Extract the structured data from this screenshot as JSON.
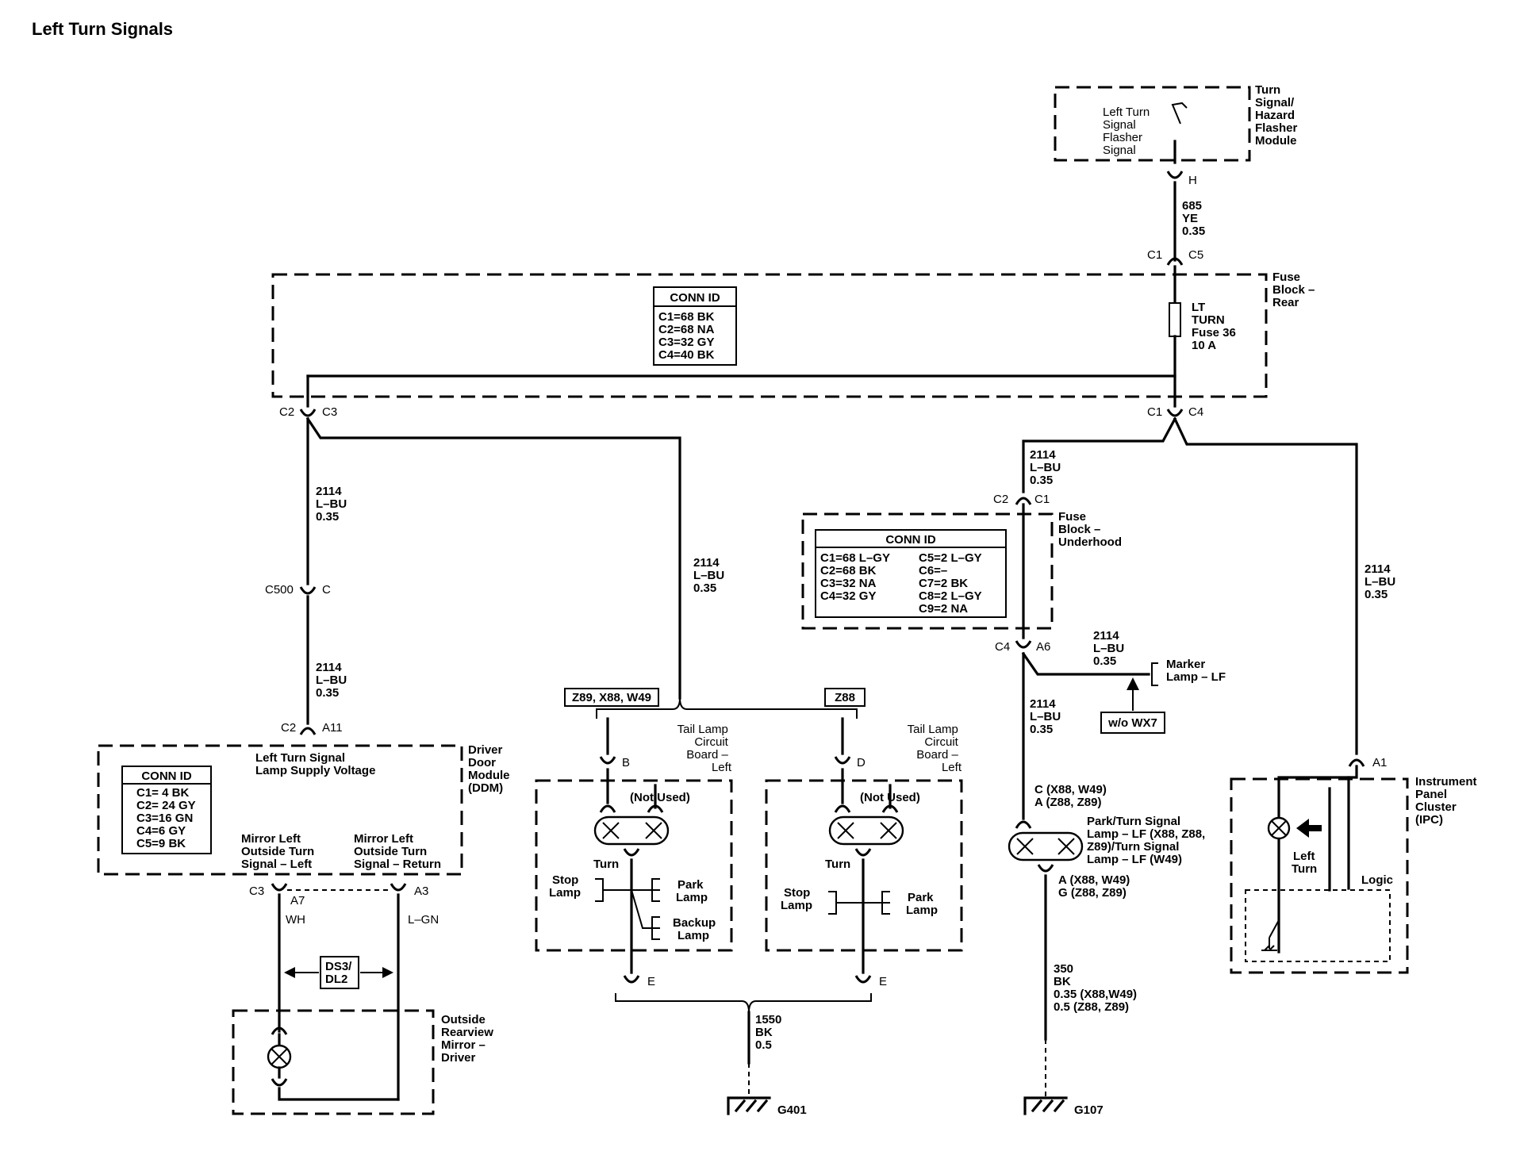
{
  "title": "Left Turn Signals",
  "flasher": {
    "switch_label": [
      "Left Turn",
      "Signal",
      "Flasher",
      "Signal"
    ],
    "module_label": [
      "Turn",
      "Signal/",
      "Hazard",
      "Flasher",
      "Module"
    ],
    "pin": "H",
    "wire": [
      "685",
      "YE",
      "0.35"
    ]
  },
  "fuse_block_rear": {
    "label": [
      "Fuse",
      "Block –",
      "Rear"
    ],
    "conn_top": [
      "C1",
      "C5"
    ],
    "fuse": [
      "LT",
      "TURN",
      "Fuse 36",
      "10 A"
    ],
    "conn_id_header": "CONN ID",
    "conn_id": [
      "C1=68 BK",
      "C2=68 NA",
      "C3=32 GY",
      "C4=40 BK"
    ],
    "conn_left": [
      "C2",
      "C3"
    ],
    "conn_right": [
      "C1",
      "C4"
    ]
  },
  "wire_2114": [
    "2114",
    "L–BU",
    "0.35"
  ],
  "c500": [
    "C500",
    "C"
  ],
  "ddm": {
    "conn_top": [
      "C2",
      "A11"
    ],
    "label": [
      "Driver",
      "Door",
      "Module",
      "(DDM)"
    ],
    "supply": [
      "Left Turn Signal",
      "Lamp Supply Voltage"
    ],
    "conn_id_header": "CONN ID",
    "conn_id": [
      "C1= 4 BK",
      "C2= 24 GY",
      "C3=16 GN",
      "C4=6 GY",
      "C5=9 BK"
    ],
    "mirror_left": [
      "Mirror Left",
      "Outside Turn",
      "Signal – Left"
    ],
    "mirror_return": [
      "Mirror Left",
      "Outside Turn",
      "Signal – Return"
    ],
    "pins": [
      "C3",
      "A7",
      "A3"
    ],
    "wire_wh": "WH",
    "wire_lgn": "L–GN",
    "option": [
      "DS3/",
      "DL2"
    ]
  },
  "mirror": {
    "label": [
      "Outside",
      "Rearview",
      "Mirror –",
      "Driver"
    ]
  },
  "tail_left": {
    "option": "Z89, X88, W49",
    "label": [
      "Tail Lamp",
      "Circuit",
      "Board –",
      "Left"
    ],
    "pin_top": "B",
    "not_used": "(Not Used)",
    "turn": "Turn",
    "stop": [
      "Stop",
      "Lamp"
    ],
    "park": [
      "Park",
      "Lamp"
    ],
    "backup": [
      "Backup",
      "Lamp"
    ],
    "pin_bottom": "E"
  },
  "tail_right": {
    "option": "Z88",
    "label": [
      "Tail Lamp",
      "Circuit",
      "Board –",
      "Left"
    ],
    "pin_top": "D",
    "not_used": "(Not Used)",
    "turn": "Turn",
    "stop": [
      "Stop",
      "Lamp"
    ],
    "park": [
      "Park",
      "Lamp"
    ],
    "pin_bottom": "E"
  },
  "ground_g401": {
    "wire": [
      "1550",
      "BK",
      "0.5"
    ],
    "label": "G401"
  },
  "fuse_block_underhood": {
    "label": [
      "Fuse",
      "Block –",
      "Underhood"
    ],
    "conn_top": [
      "C2",
      "C1"
    ],
    "conn_id_header": "CONN ID",
    "conn_id_left": [
      "C1=68 L–GY",
      "C2=68 BK",
      "C3=32 NA",
      "C4=32 GY"
    ],
    "conn_id_right": [
      "C5=2 L–GY",
      "C6=–",
      "C7=2 BK",
      "C8=2 L–GY",
      "C9=2 NA"
    ],
    "conn_bottom": [
      "C4",
      "A6"
    ]
  },
  "marker": {
    "label": [
      "Marker",
      "Lamp – LF"
    ],
    "option": "w/o WX7"
  },
  "park_turn": {
    "pins_top": [
      "C (X88, W49)",
      "A (Z88, Z89)"
    ],
    "label": [
      "Park/Turn Signal",
      "Lamp – LF (X88, Z88,",
      "Z89)/Turn Signal",
      "Lamp – LF (W49)"
    ],
    "pins_bottom": [
      "A (X88, W49)",
      "G (Z88, Z89)"
    ]
  },
  "ground_g107": {
    "wire": [
      "350",
      "BK",
      "0.35 (X88,W49)",
      "0.5   (Z88, Z89)"
    ],
    "label": "G107"
  },
  "ipc": {
    "pin": "A1",
    "label": [
      "Instrument",
      "Panel",
      "Cluster",
      "(IPC)"
    ],
    "left_turn": [
      "Left",
      "Turn"
    ],
    "logic": "Logic"
  }
}
